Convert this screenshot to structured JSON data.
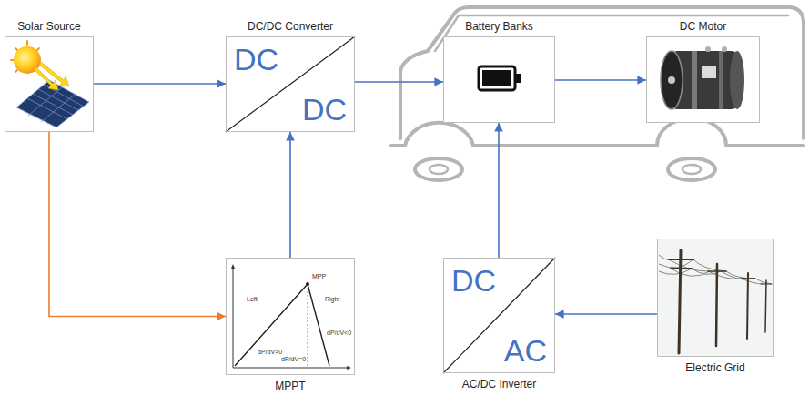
{
  "diagram": {
    "nodes": [
      {
        "text": [
          "Solar Source"
        ]
      },
      {
        "text": [
          "DC/DC Converter",
          "DC",
          "DC"
        ]
      },
      {
        "text": [
          "Battery Banks"
        ]
      },
      {
        "text": [
          "DC Motor"
        ]
      },
      {
        "text": [
          "MPPT"
        ]
      },
      {
        "text": [
          "AC/DC Inverter",
          "DC",
          "AC"
        ]
      },
      {
        "text": [
          "Electric Grid"
        ]
      }
    ],
    "edges": [
      {
        "from": 0,
        "to": 1,
        "arrow": "to"
      },
      {
        "from": 0,
        "to": 4,
        "arrow": "to"
      },
      {
        "from": 4,
        "to": 1,
        "arrow": "to"
      },
      {
        "from": 1,
        "to": 2,
        "arrow": "to"
      },
      {
        "from": 2,
        "to": 3,
        "arrow": "to"
      },
      {
        "from": 6,
        "to": 5,
        "arrow": "to"
      },
      {
        "from": 5,
        "to": 2,
        "arrow": "to"
      }
    ],
    "labels": [
      "Left",
      "MPP",
      "Right",
      "dP/dV>0",
      "dP/dV=0",
      "dP/dV<0"
    ]
  }
}
